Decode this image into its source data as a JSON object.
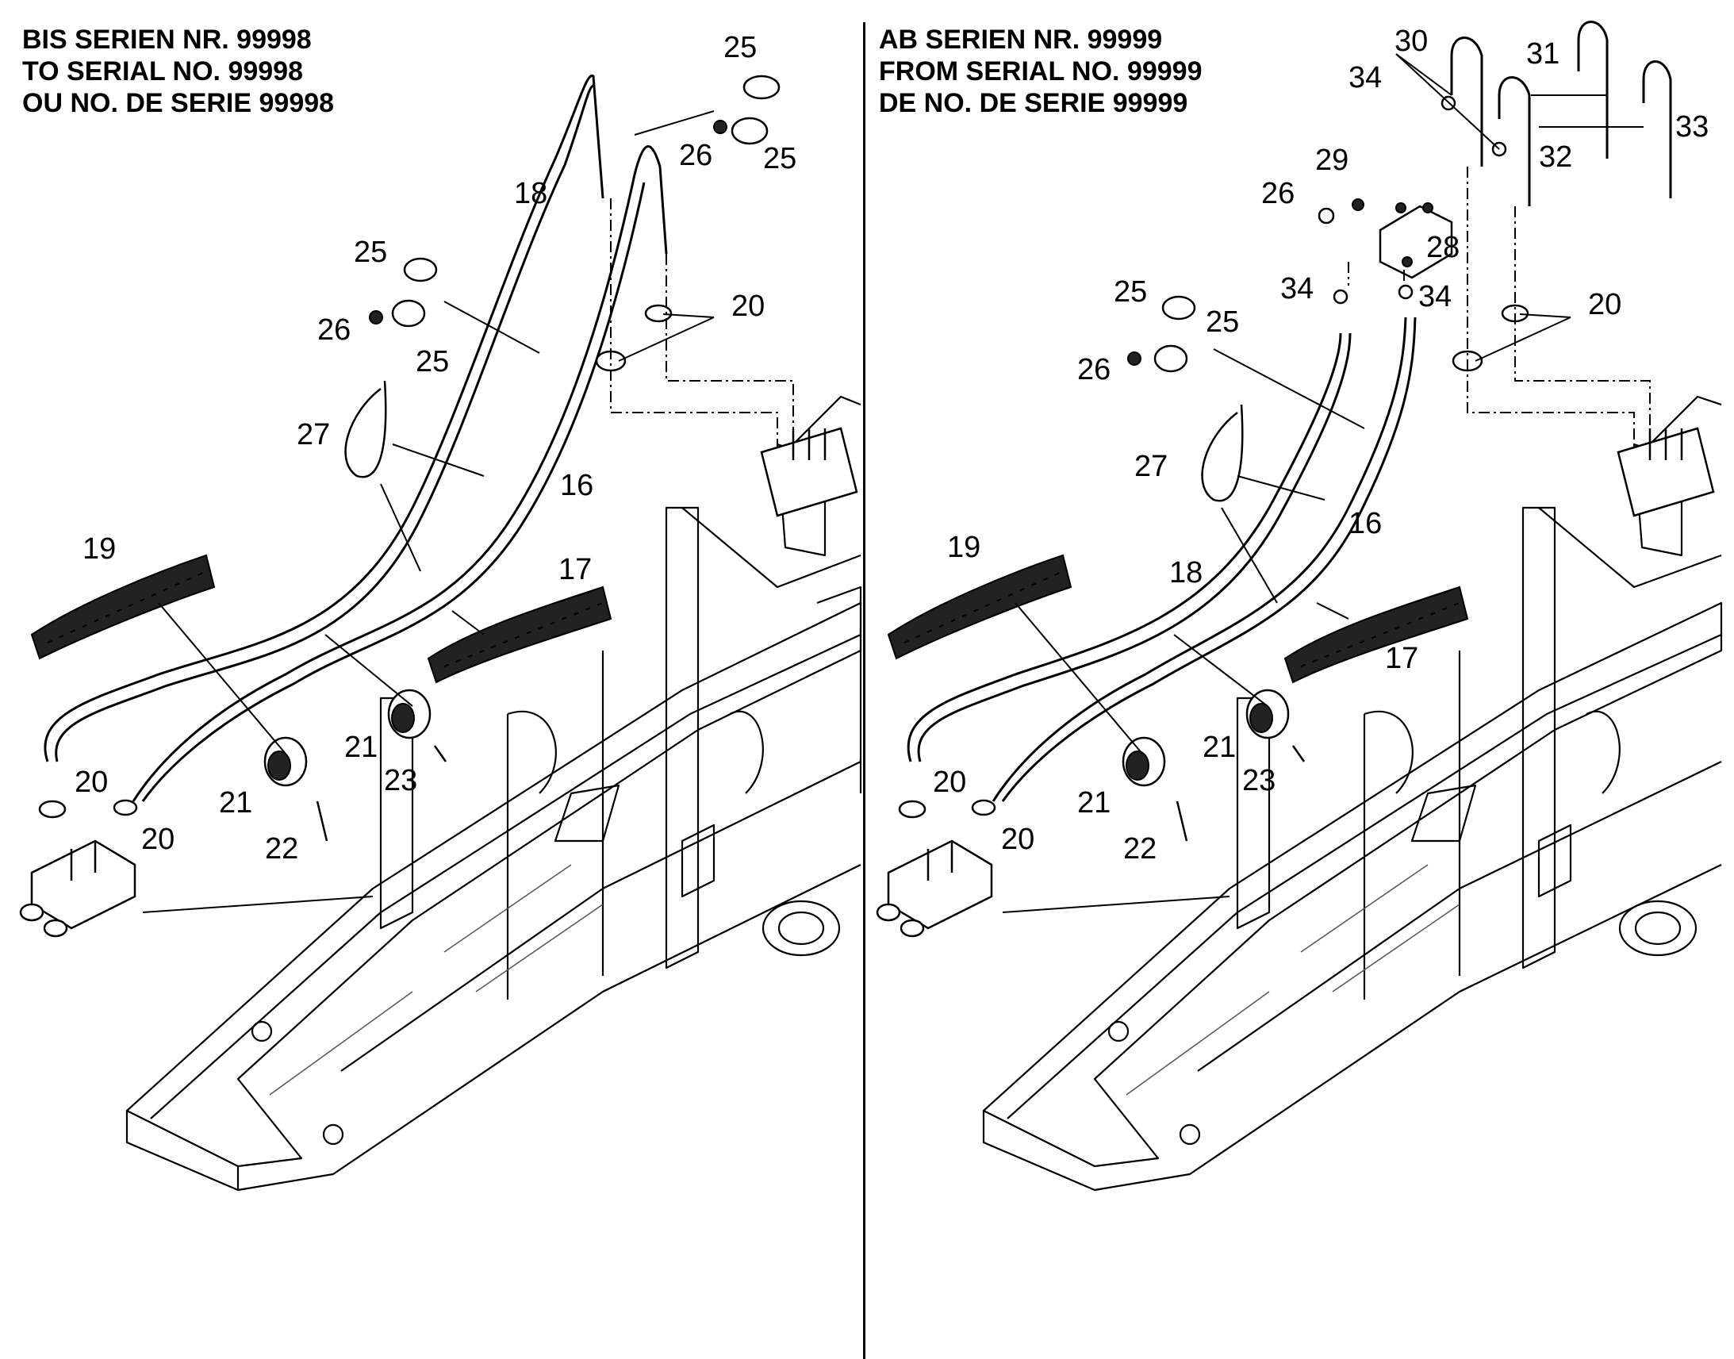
{
  "left_panel": {
    "heading": [
      "BIS SERIEN NR. 99998",
      "TO SERIAL NO. 99998",
      "OU NO. DE SERIE 99998"
    ],
    "callouts": [
      "25",
      "26",
      "25",
      "18",
      "25",
      "26",
      "25",
      "20",
      "27",
      "16",
      "19",
      "17",
      "21",
      "23",
      "20",
      "21",
      "20",
      "22"
    ]
  },
  "right_panel": {
    "heading": [
      "AB SERIEN NR. 99999",
      "FROM SERIAL NO. 99999",
      "DE NO. DE SERIE 99999"
    ],
    "callouts": [
      "30",
      "31",
      "34",
      "33",
      "32",
      "29",
      "26",
      "28",
      "34",
      "34",
      "25",
      "20",
      "25",
      "26",
      "27",
      "16",
      "18",
      "19",
      "17",
      "21",
      "23",
      "20",
      "21",
      "20",
      "22"
    ]
  }
}
